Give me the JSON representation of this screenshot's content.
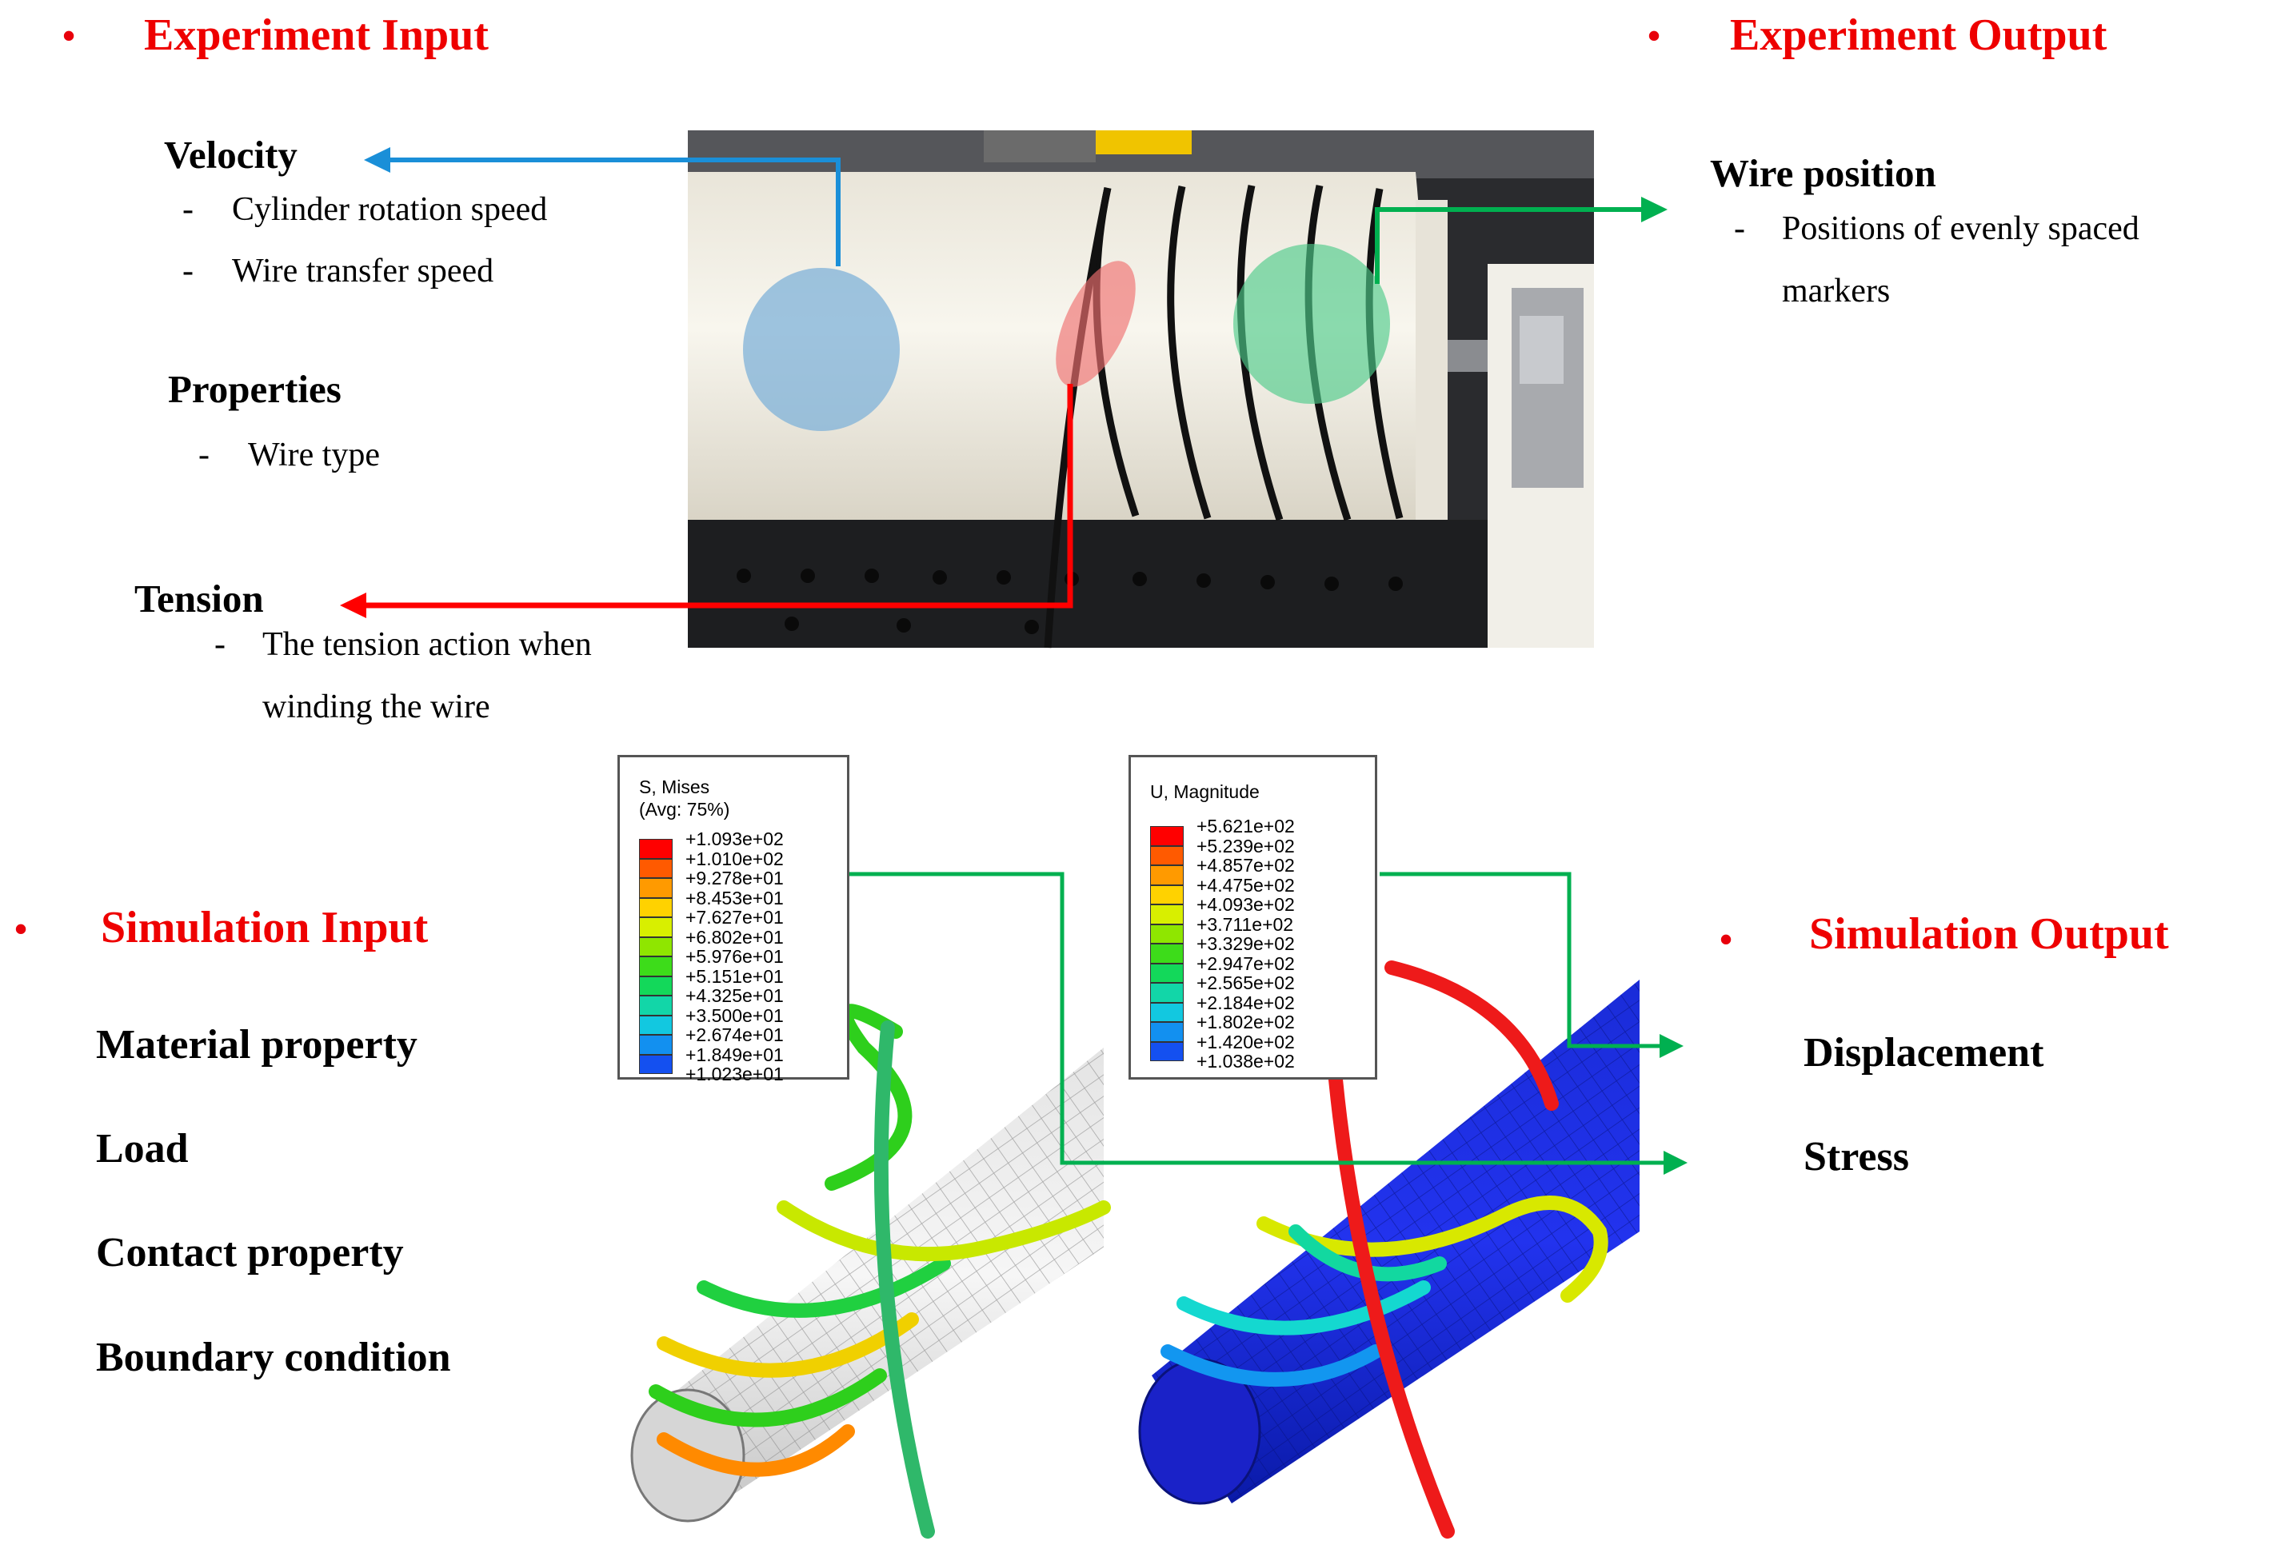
{
  "bullet": "•",
  "dash": "-",
  "experiment_input": {
    "title": "Experiment Input",
    "velocity": {
      "heading": "Velocity",
      "items": [
        "Cylinder rotation speed",
        "Wire transfer speed"
      ]
    },
    "properties": {
      "heading": "Properties",
      "items": [
        "Wire type"
      ]
    },
    "tension": {
      "heading": "Tension",
      "lines": [
        "The tension action when",
        "winding the wire"
      ]
    }
  },
  "experiment_output": {
    "title": "Experiment Output",
    "wire_position": {
      "heading": "Wire position",
      "lines": [
        "Positions of evenly spaced",
        "markers"
      ]
    }
  },
  "simulation_input": {
    "title": "Simulation Input",
    "items": [
      "Material property",
      "Load",
      "Contact property",
      "Boundary condition"
    ]
  },
  "simulation_output": {
    "title": "Simulation Output",
    "items": [
      "Displacement",
      "Stress"
    ]
  },
  "legend_stress": {
    "title": "S, Mises",
    "subtitle": "(Avg: 75%)",
    "values": [
      "+1.093e+02",
      "+1.010e+02",
      "+9.278e+01",
      "+8.453e+01",
      "+7.627e+01",
      "+6.802e+01",
      "+5.976e+01",
      "+5.151e+01",
      "+4.325e+01",
      "+3.500e+01",
      "+2.674e+01",
      "+1.849e+01",
      "+1.023e+01"
    ]
  },
  "legend_displacement": {
    "title": "U, Magnitude",
    "values": [
      "+5.621e+02",
      "+5.239e+02",
      "+4.857e+02",
      "+4.475e+02",
      "+4.093e+02",
      "+3.711e+02",
      "+3.329e+02",
      "+2.947e+02",
      "+2.565e+02",
      "+2.184e+02",
      "+1.802e+02",
      "+1.420e+02",
      "+1.038e+02"
    ]
  },
  "colors": {
    "title_red": "#ee0000",
    "arrow_blue": "#1a8fd8",
    "arrow_red": "#ff0000",
    "arrow_green": "#00b050",
    "contour_scale": [
      "#ff0000",
      "#ff5a00",
      "#ff9a00",
      "#ffd200",
      "#d8ef00",
      "#8fe600",
      "#3ddc1a",
      "#13d85a",
      "#12d6a8",
      "#12c8e0",
      "#1290f0",
      "#1450f0",
      "#1a0ff0"
    ]
  }
}
